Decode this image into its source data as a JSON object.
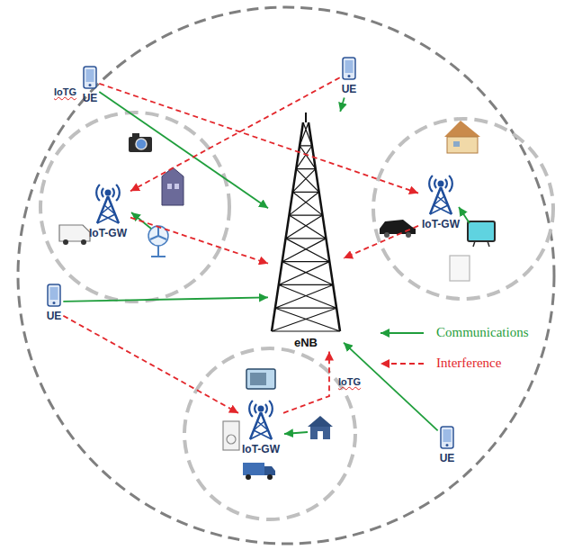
{
  "diagram": {
    "nodes": [
      {
        "text": [
          "UE"
        ]
      },
      {
        "text": [
          "UE"
        ]
      },
      {
        "text": [
          "IoT-GW"
        ]
      },
      {
        "text": [
          "IoT-GW"
        ]
      },
      {
        "text": [
          "eNB"
        ]
      },
      {
        "text": [
          "UE"
        ]
      },
      {
        "text": [
          "IoT-GW"
        ]
      },
      {
        "text": [
          "UE"
        ]
      }
    ],
    "edges": [
      {
        "from": 0,
        "to": 4,
        "arrow": "to"
      },
      {
        "from": 0,
        "to": 3,
        "arrow": "to"
      },
      {
        "from": 1,
        "to": 4,
        "arrow": "to"
      },
      {
        "from": 1,
        "to": 2,
        "arrow": "to"
      },
      {
        "from": 2,
        "to": 4,
        "arrow": "to"
      },
      {
        "from": 3,
        "to": 4,
        "arrow": "to"
      },
      {
        "from": 5,
        "to": 4,
        "arrow": "to"
      },
      {
        "from": 5,
        "to": 6,
        "arrow": "to"
      },
      {
        "from": 6,
        "to": 4,
        "arrow": "to"
      },
      {
        "from": 7,
        "to": 4,
        "arrow": "to"
      }
    ],
    "labels": [
      "IoTG",
      "IoTG"
    ],
    "legend": [
      {
        "text": "Communications"
      },
      {
        "text": "Interference"
      }
    ]
  }
}
